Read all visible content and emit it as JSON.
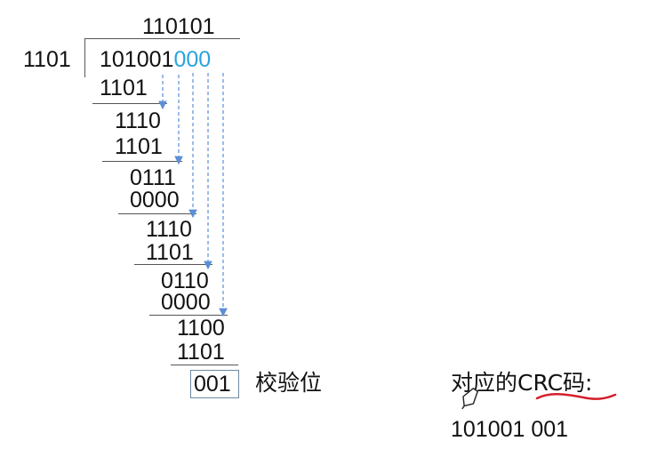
{
  "division": {
    "quotient": "110101",
    "divisor": "1101",
    "dividend": "101001",
    "appended_zeros": "000",
    "steps": [
      "1101",
      "1110",
      "1101",
      "0111",
      "0000",
      "1110",
      "1101",
      "0110",
      "0000",
      "1100",
      "1101"
    ],
    "remainder": "001"
  },
  "labels": {
    "check_bits": "校验位",
    "crc_label": "对应的CRC码:",
    "crc_value": "101001 001"
  },
  "colors": {
    "appended_zeros": "#29a3de",
    "arrows": "#5b8fd6",
    "underline": "#d41f2a",
    "remainder_box": "#6f8aa3"
  },
  "icons": [
    "pen-cursor-icon"
  ]
}
